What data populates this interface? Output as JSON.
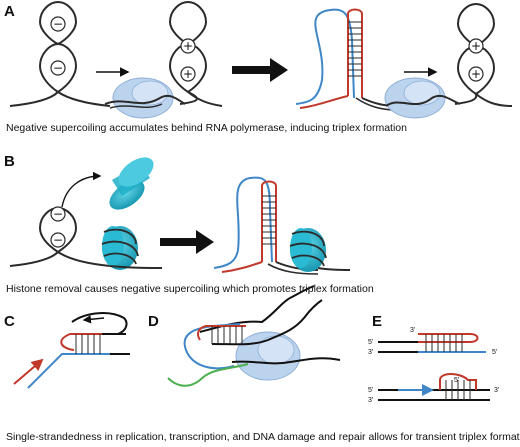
{
  "panels": {
    "A": {
      "letter": "A",
      "caption": "Negative supercoiling accumulates behind RNA polymerase, inducing triplex formation",
      "signs": [
        "−",
        "−",
        "+",
        "+",
        "+",
        "+"
      ]
    },
    "B": {
      "letter": "B",
      "caption": "Histone removal causes negative supercoiling which promotes triplex formation",
      "signs": [
        "−",
        "−"
      ]
    },
    "C": {
      "letter": "C"
    },
    "D": {
      "letter": "D"
    },
    "E": {
      "letter": "E",
      "top_duplex": {
        "left_5": "5'",
        "left_3": "3'",
        "loop_3": "3'",
        "right_5": "5'"
      },
      "bottom_duplex": {
        "left_5": "5'",
        "left_3": "3'",
        "loop_5": "5'",
        "right_3": "3'"
      }
    },
    "bottom_caption": "Single-strandedness in replication, transcription, and DNA damage and repair allows for transient triplex formation"
  },
  "colors": {
    "dna": "#2b2b2b",
    "blue_strand": "#3f87c6",
    "red_strand": "#c0392b",
    "green_strand": "#4caf50",
    "polymerase": "#bcd3ee",
    "histone": "#1fb0c9",
    "arrow": "#111111"
  }
}
